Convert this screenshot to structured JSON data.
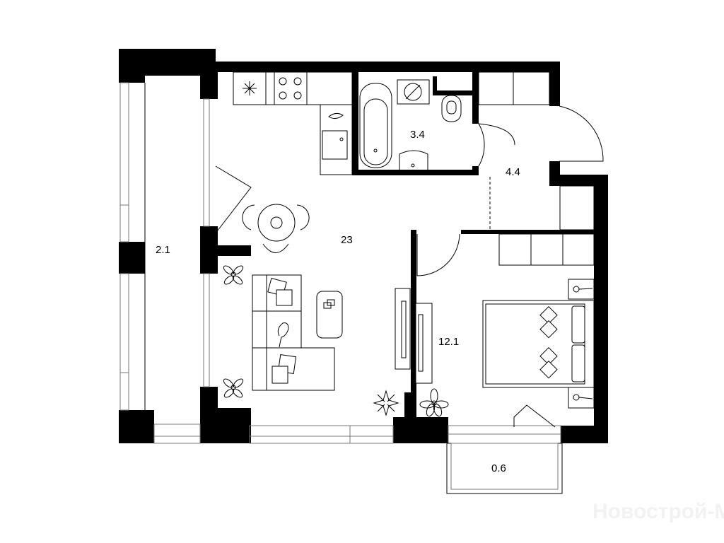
{
  "plan": {
    "rooms": [
      {
        "id": "loggia",
        "area": "2.1"
      },
      {
        "id": "living-kitchen",
        "area": "23"
      },
      {
        "id": "bathroom",
        "area": "3.4"
      },
      {
        "id": "hallway",
        "area": "4.4"
      },
      {
        "id": "bedroom",
        "area": "12.1"
      },
      {
        "id": "balcony",
        "area": "0.6"
      }
    ]
  },
  "watermark": "Новострой-М",
  "colors": {
    "walls": "#000000",
    "background": "#ffffff"
  }
}
